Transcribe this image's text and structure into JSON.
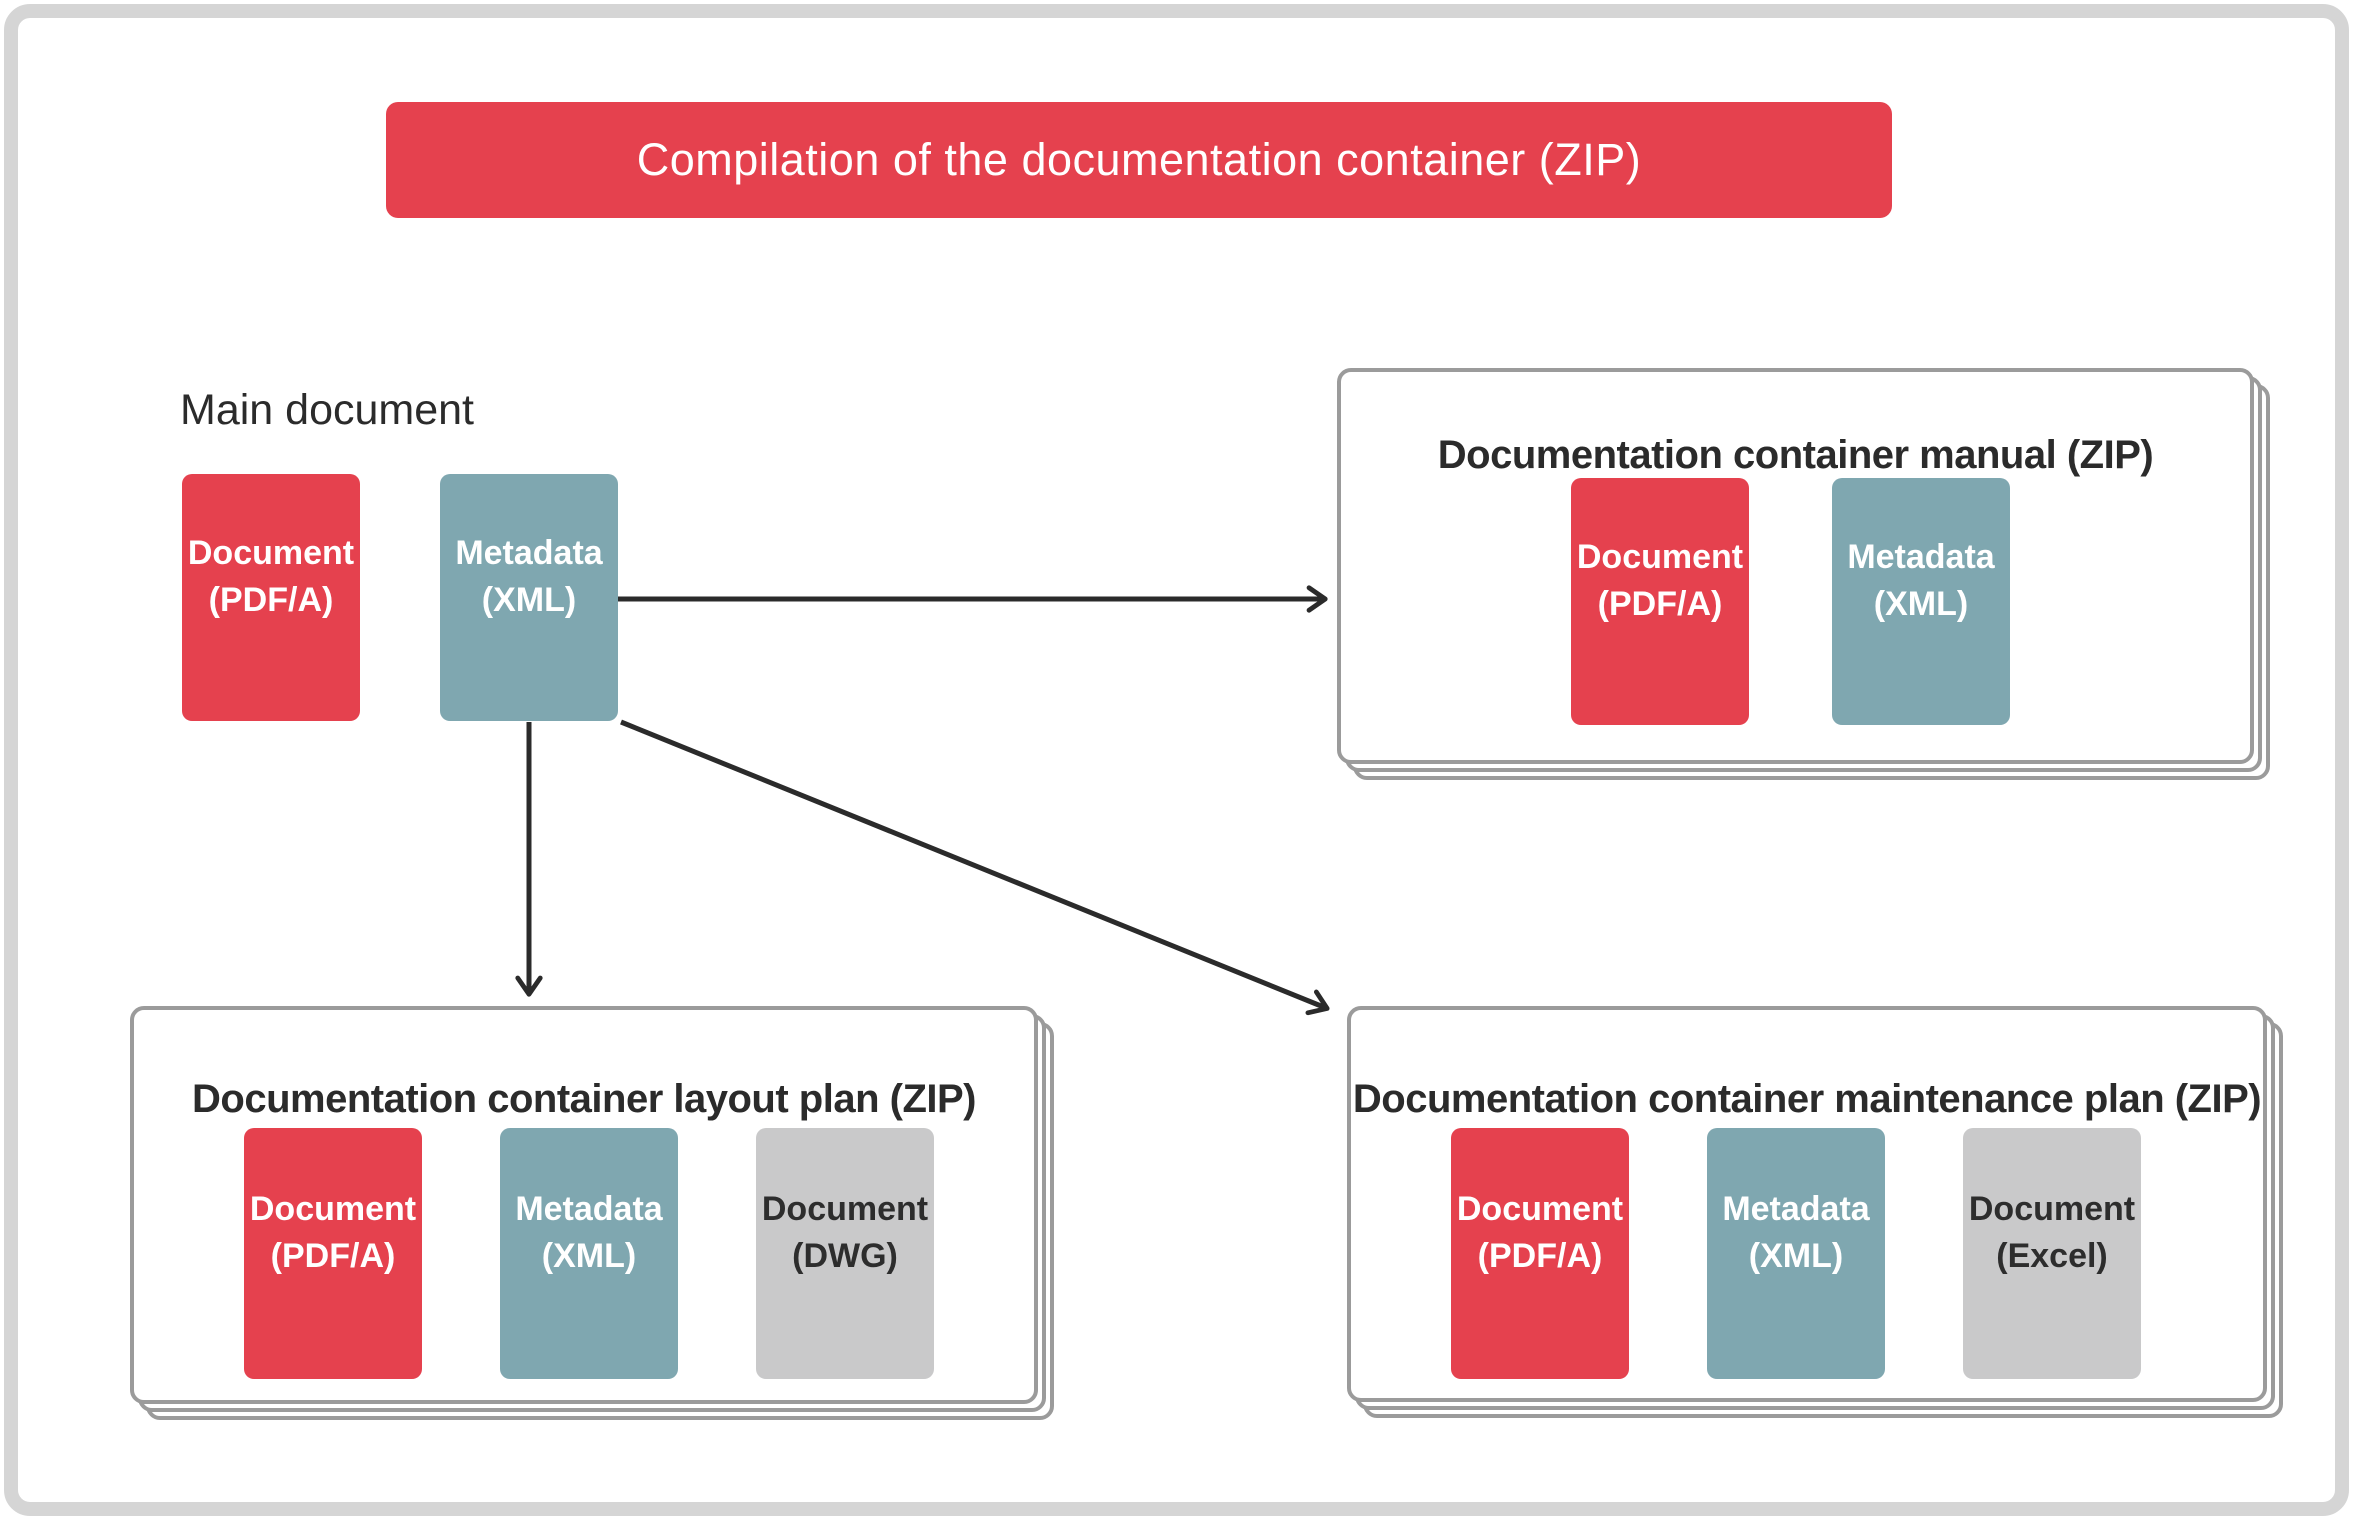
{
  "diagram": {
    "banner": {
      "label": "Compilation of the documentation container (ZIP)"
    },
    "main_document": {
      "heading": "Main document",
      "boxes": [
        {
          "type": "red",
          "line1": "Document",
          "line2": "(PDF/A)"
        },
        {
          "type": "teal",
          "line1": "Metadata",
          "line2": "(XML)"
        }
      ]
    },
    "containers": [
      {
        "title": "Documentation container manual (ZIP)",
        "boxes": [
          {
            "type": "red",
            "line1": "Document",
            "line2": "(PDF/A)"
          },
          {
            "type": "teal",
            "line1": "Metadata",
            "line2": "(XML)"
          }
        ]
      },
      {
        "title": "Documentation container layout plan (ZIP)",
        "boxes": [
          {
            "type": "red",
            "line1": "Document",
            "line2": "(PDF/A)"
          },
          {
            "type": "teal",
            "line1": "Metadata",
            "line2": "(XML)"
          },
          {
            "type": "gray",
            "line1": "Document",
            "line2": "(DWG)"
          }
        ]
      },
      {
        "title": "Documentation container maintenance plan (ZIP)",
        "boxes": [
          {
            "type": "red",
            "line1": "Document",
            "line2": "(PDF/A)"
          },
          {
            "type": "teal",
            "line1": "Metadata",
            "line2": "(XML)"
          },
          {
            "type": "gray",
            "line1": "Document",
            "line2": "(Excel)"
          }
        ]
      }
    ],
    "colors": {
      "accent_red": "#E5414E",
      "teal": "#7FA7B0",
      "gray_box": "#C9C9CA",
      "sheet_border": "#9B9B9B",
      "outer_frame": "#D5D5D5",
      "arrow": "#2B2B2B",
      "text_dark": "#2D2D2D",
      "white": "#FFFFFF"
    }
  }
}
